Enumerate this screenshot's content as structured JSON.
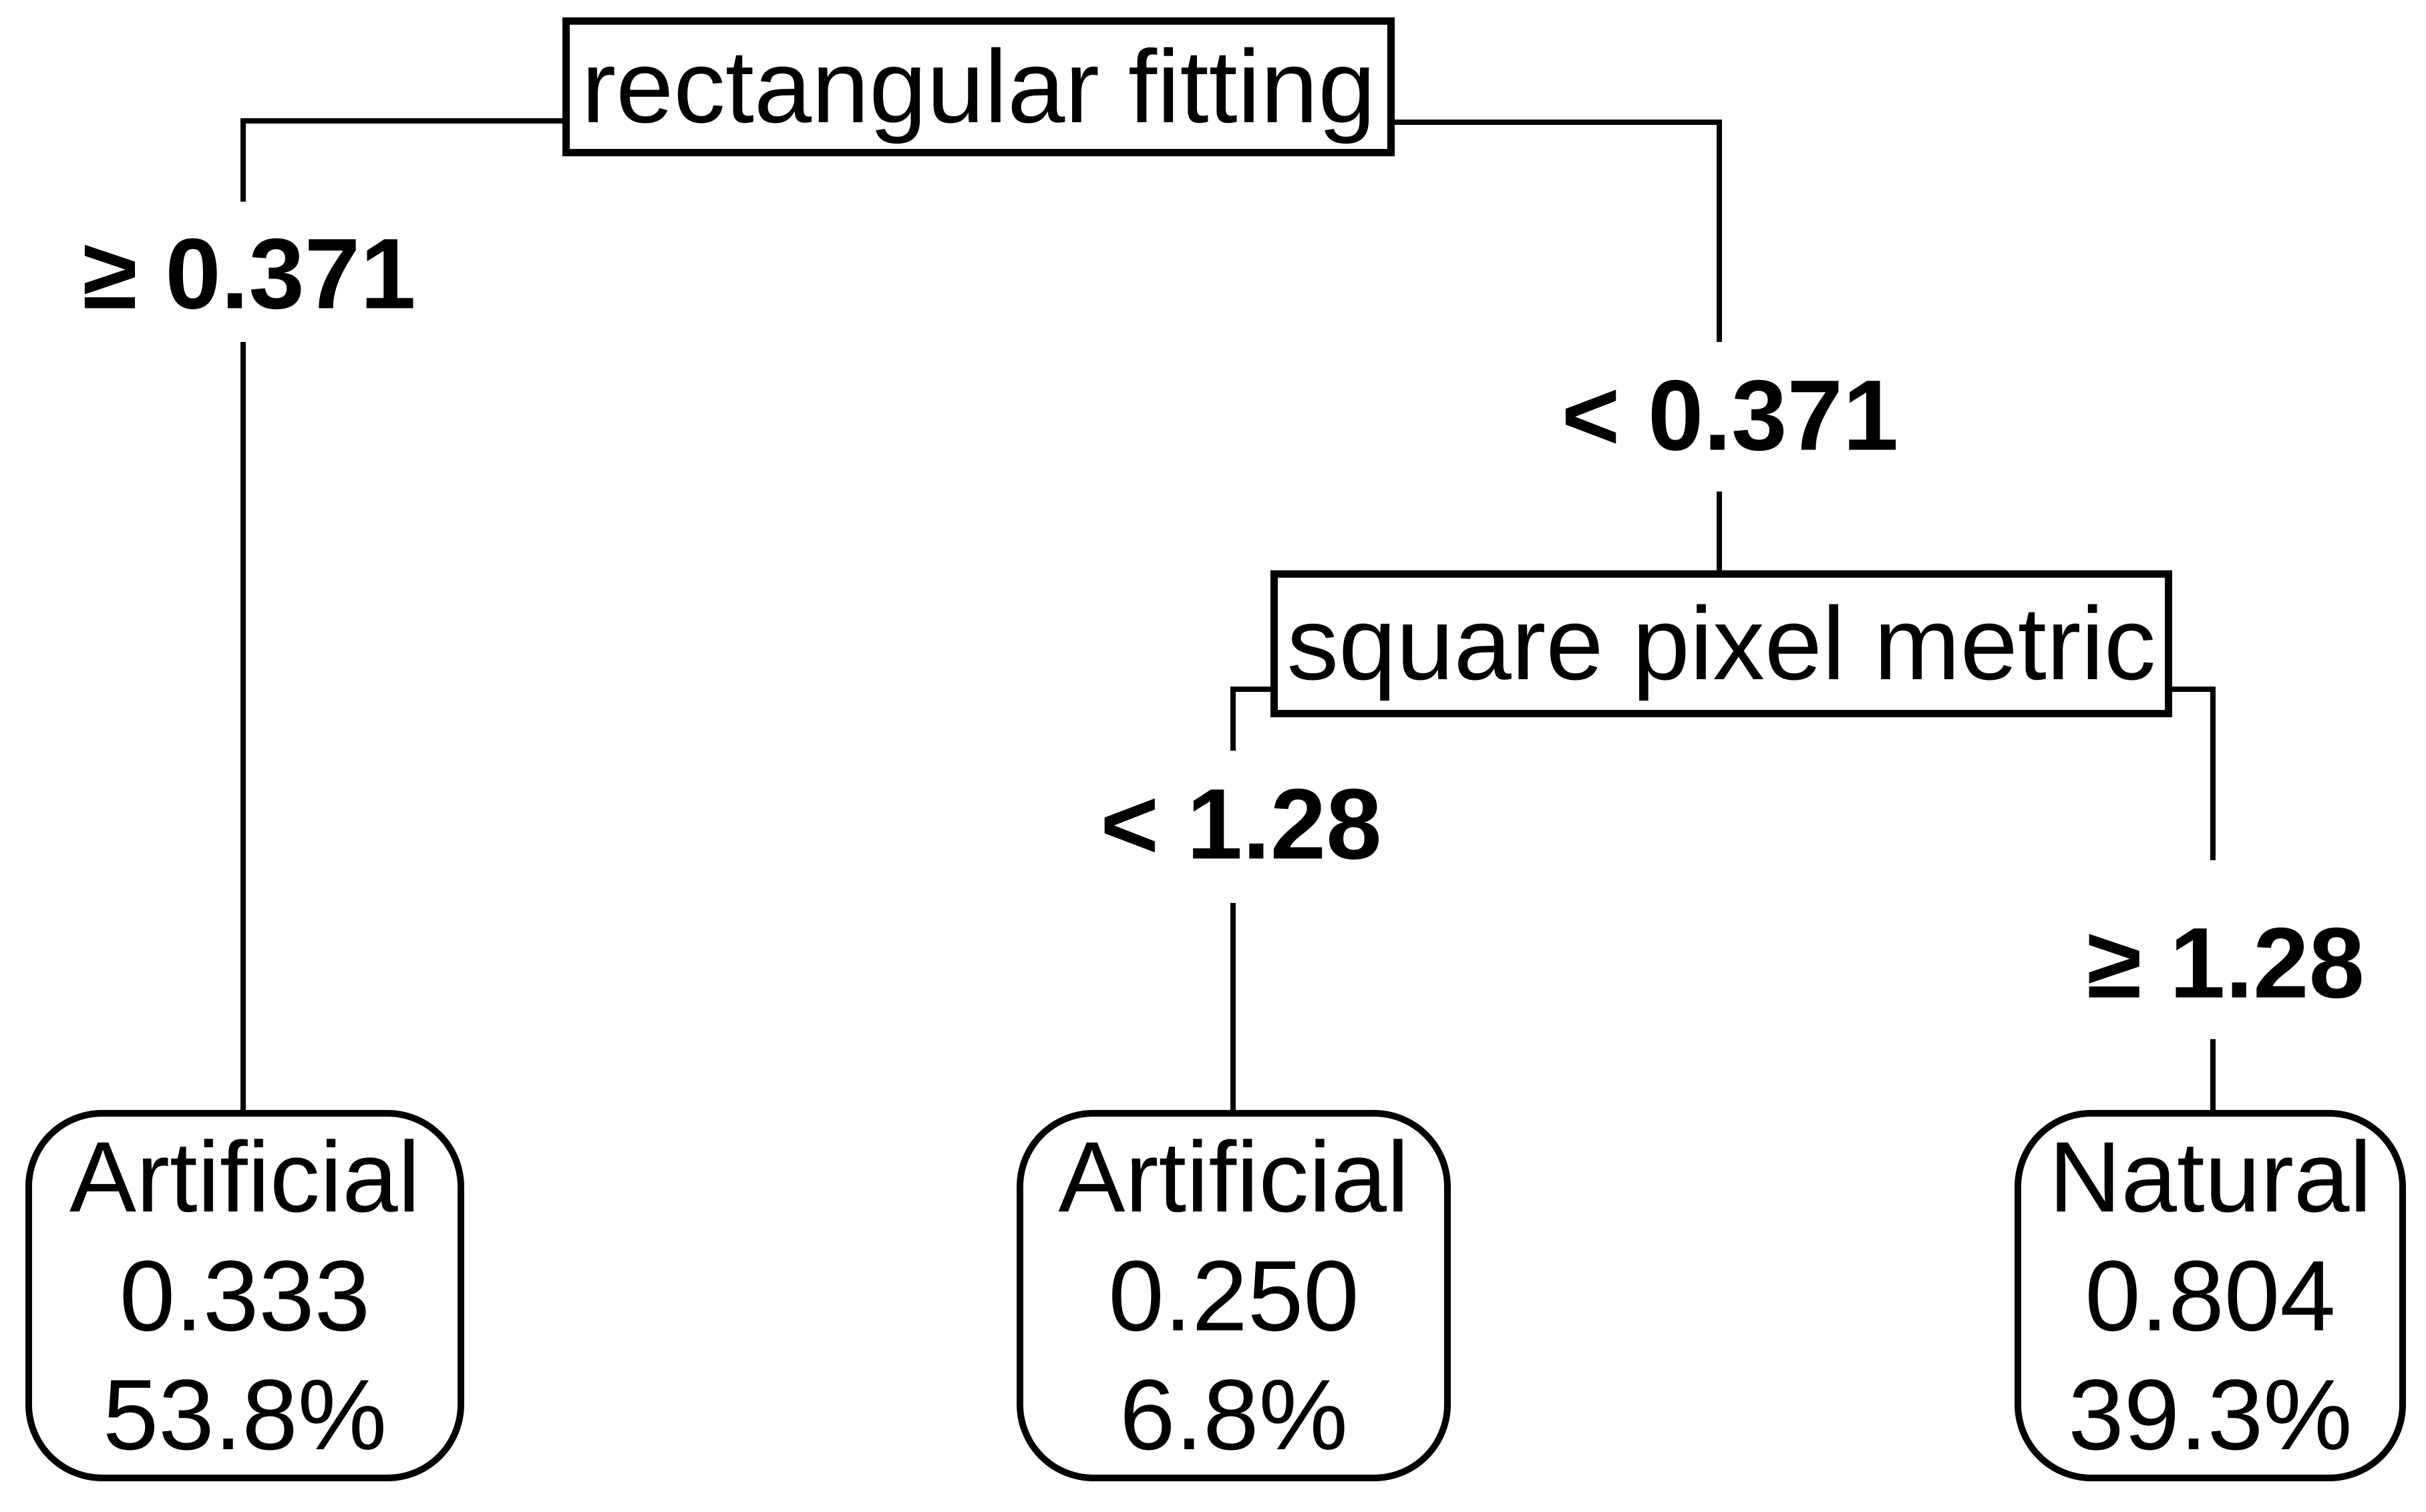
{
  "figure": {
    "background_color": "#ffffff",
    "line_color": "#000000",
    "text_color": "#000000"
  },
  "tree": {
    "root_node": {
      "label": "rectangular fitting"
    },
    "split_node": {
      "label": "square pixel metric"
    },
    "branch_labels": {
      "root_left": "≥ 0.371",
      "root_right": "< 0.371",
      "split_left": "< 1.28",
      "split_right": "≥ 1.28"
    },
    "leaf_nodes": [
      {
        "class_name": "Artificial",
        "probability": "0.333",
        "coverage": "53.8%"
      },
      {
        "class_name": "Artificial",
        "probability": "0.250",
        "coverage": "6.8%"
      },
      {
        "class_name": "Natural",
        "probability": "0.804",
        "coverage": "39.3%"
      }
    ]
  }
}
